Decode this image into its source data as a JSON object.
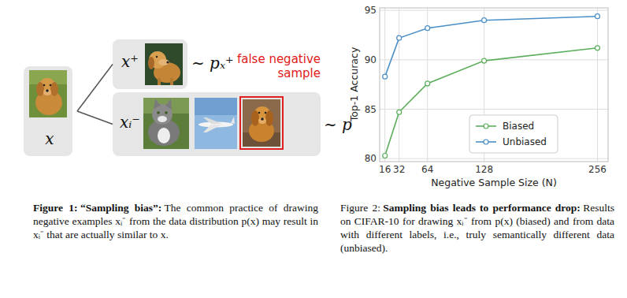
{
  "diagram": {
    "nodes": [
      {
        "text": [
          "x"
        ]
      },
      {
        "text": [
          "x⁺"
        ]
      },
      {
        "text": [
          "xᵢ⁻"
        ]
      }
    ],
    "edges": [
      {
        "from": 0,
        "to": 1,
        "arrow": "none"
      },
      {
        "from": 0,
        "to": 2,
        "arrow": "none"
      }
    ],
    "labels": [
      "false negative sample",
      "∼ pₓ⁺",
      "∼ p",
      "Figure 1:",
      "“Sampling bias”:",
      "The common practice of drawing negative examples xᵢ⁻ from the data distribution p(x) may result in xᵢ⁻ that are actually similar to x.",
      "Figure 2:",
      "Sampling bias leads to performance drop:",
      "Results on CIFAR-10 for drawing xᵢ⁻ from p(x) (biased) and from data with different labels, i.e., truly semantically different data (unbiased).",
      "95",
      "90",
      "85",
      "80",
      "16",
      "32",
      "64",
      "128",
      "256",
      "Top-1 Accuracy",
      "Negative Sample Size (N)"
    ],
    "legend": [
      {
        "text": "Biased"
      },
      {
        "text": "Unbiased"
      }
    ]
  }
}
